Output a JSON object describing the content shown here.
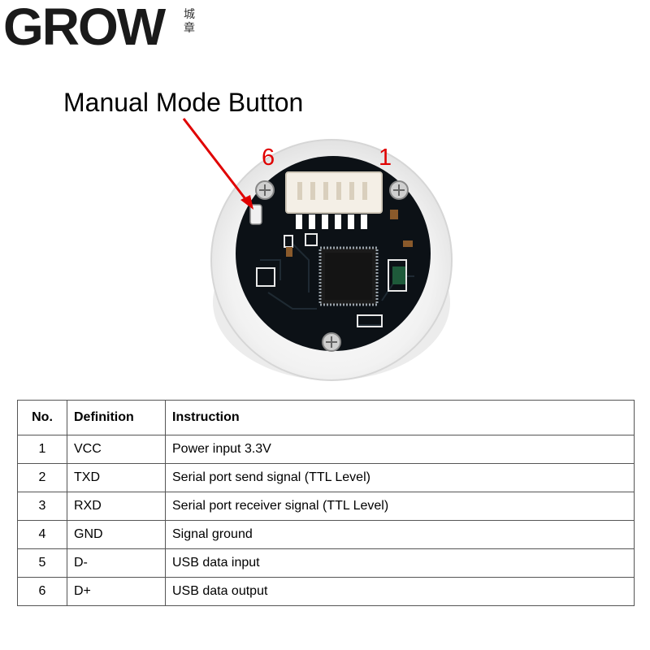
{
  "logo": {
    "brand": "GROW",
    "sub": "城章"
  },
  "annotations": {
    "manual_mode_button": "Manual Mode Button",
    "pin_6": "6",
    "pin_1": "1"
  },
  "colors": {
    "accent_red": "#e00000",
    "pcb": "#0c1116",
    "connector": "#f4efe6"
  },
  "table": {
    "headers": [
      "No.",
      "Definition",
      "Instruction"
    ],
    "rows": [
      {
        "no": "1",
        "definition": "VCC",
        "instruction": "Power input 3.3V"
      },
      {
        "no": "2",
        "definition": "TXD",
        "instruction": "Serial port send signal (TTL Level)"
      },
      {
        "no": "3",
        "definition": "RXD",
        "instruction": "Serial port receiver signal (TTL Level)"
      },
      {
        "no": "4",
        "definition": "GND",
        "instruction": "Signal ground"
      },
      {
        "no": "5",
        "definition": "D-",
        "instruction": "USB data input"
      },
      {
        "no": "6",
        "definition": "D+",
        "instruction": "USB data output"
      }
    ]
  }
}
